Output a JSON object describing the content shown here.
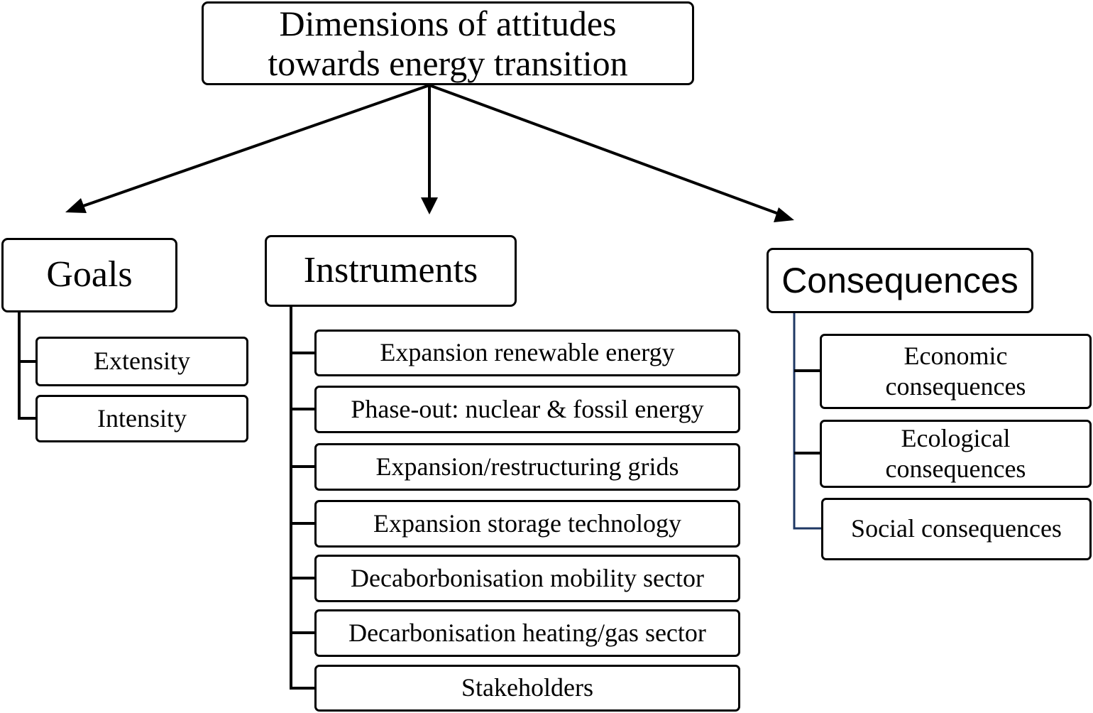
{
  "title": {
    "line1": "Dimensions of attitudes",
    "line2": "towards energy transition"
  },
  "categories": {
    "goals": {
      "label": "Goals",
      "items": [
        "Extensity",
        "Intensity"
      ]
    },
    "instruments": {
      "label": "Instruments",
      "items": [
        "Expansion renewable energy",
        "Phase-out: nuclear & fossil energy",
        "Expansion/restructuring grids",
        "Expansion storage technology",
        "Decaborbonisation mobility sector",
        "Decarbonisation heating/gas sector",
        "Stakeholders"
      ]
    },
    "consequences": {
      "label": "Consequences",
      "items": [
        {
          "line1": "Economic",
          "line2": "consequences"
        },
        {
          "line1": "Ecological",
          "line2": "consequences"
        },
        {
          "line1": "Social consequences"
        }
      ]
    }
  },
  "colors": {
    "line": "#000000",
    "consequences_connector": "#1f3864"
  }
}
